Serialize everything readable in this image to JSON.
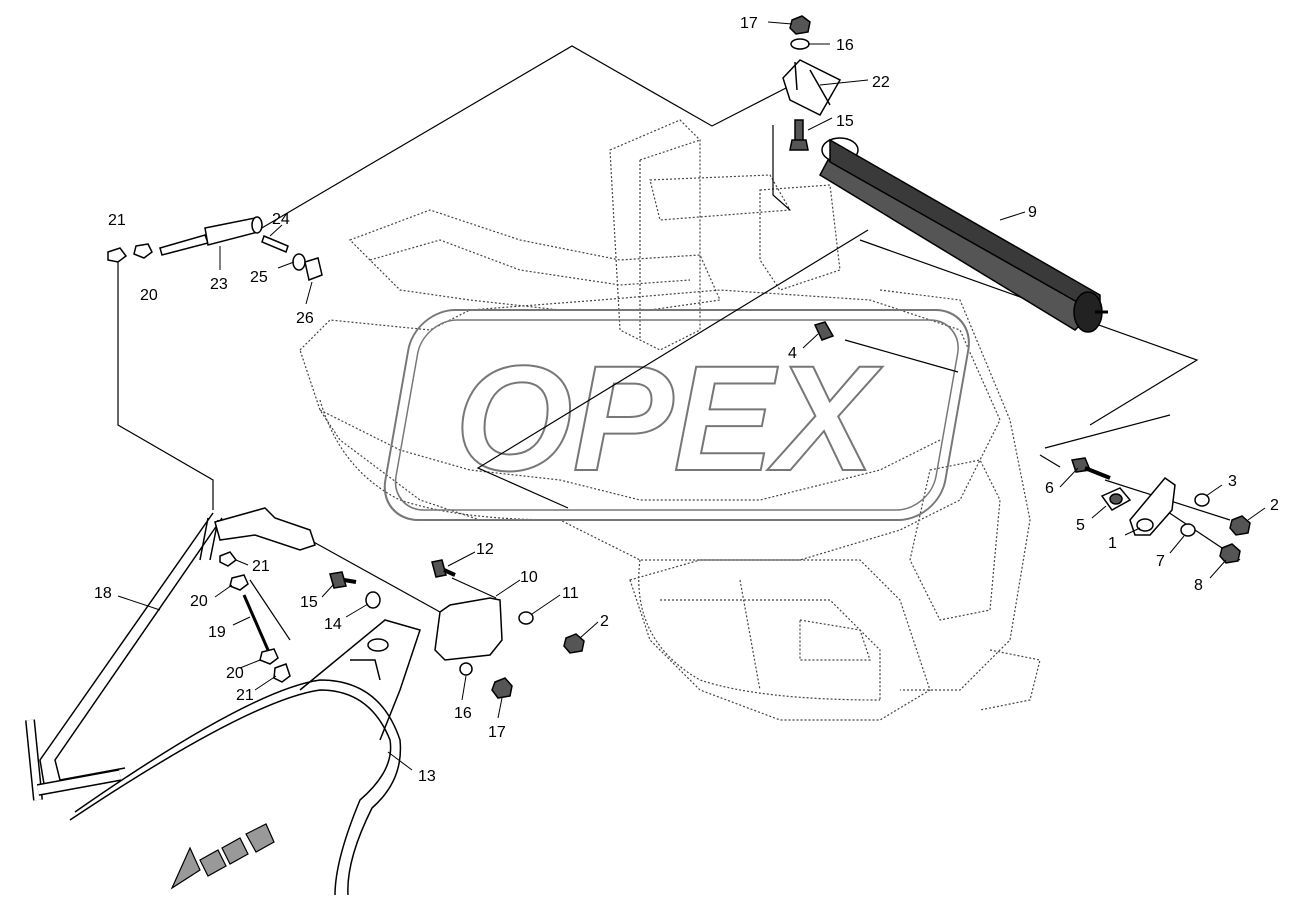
{
  "watermark": {
    "text": "OPEX"
  },
  "callouts": [
    {
      "id": "c17a",
      "label": "17"
    },
    {
      "id": "c16a",
      "label": "16"
    },
    {
      "id": "c22",
      "label": "22"
    },
    {
      "id": "c15a",
      "label": "15"
    },
    {
      "id": "c9",
      "label": "9"
    },
    {
      "id": "c21a",
      "label": "21"
    },
    {
      "id": "c24",
      "label": "24"
    },
    {
      "id": "c20a",
      "label": "20"
    },
    {
      "id": "c23",
      "label": "23"
    },
    {
      "id": "c25",
      "label": "25"
    },
    {
      "id": "c26",
      "label": "26"
    },
    {
      "id": "c4",
      "label": "4"
    },
    {
      "id": "c6",
      "label": "6"
    },
    {
      "id": "c3",
      "label": "3"
    },
    {
      "id": "c2a",
      "label": "2"
    },
    {
      "id": "c5",
      "label": "5"
    },
    {
      "id": "c1",
      "label": "1"
    },
    {
      "id": "c7",
      "label": "7"
    },
    {
      "id": "c8",
      "label": "8"
    },
    {
      "id": "c18",
      "label": "18"
    },
    {
      "id": "c21b",
      "label": "21"
    },
    {
      "id": "c20b",
      "label": "20"
    },
    {
      "id": "c19",
      "label": "19"
    },
    {
      "id": "c20c",
      "label": "20"
    },
    {
      "id": "c21c",
      "label": "21"
    },
    {
      "id": "c12",
      "label": "12"
    },
    {
      "id": "c10",
      "label": "10"
    },
    {
      "id": "c11",
      "label": "11"
    },
    {
      "id": "c15b",
      "label": "15"
    },
    {
      "id": "c14",
      "label": "14"
    },
    {
      "id": "c2b",
      "label": "2"
    },
    {
      "id": "c16b",
      "label": "16"
    },
    {
      "id": "c17b",
      "label": "17"
    },
    {
      "id": "c13",
      "label": "13"
    }
  ]
}
